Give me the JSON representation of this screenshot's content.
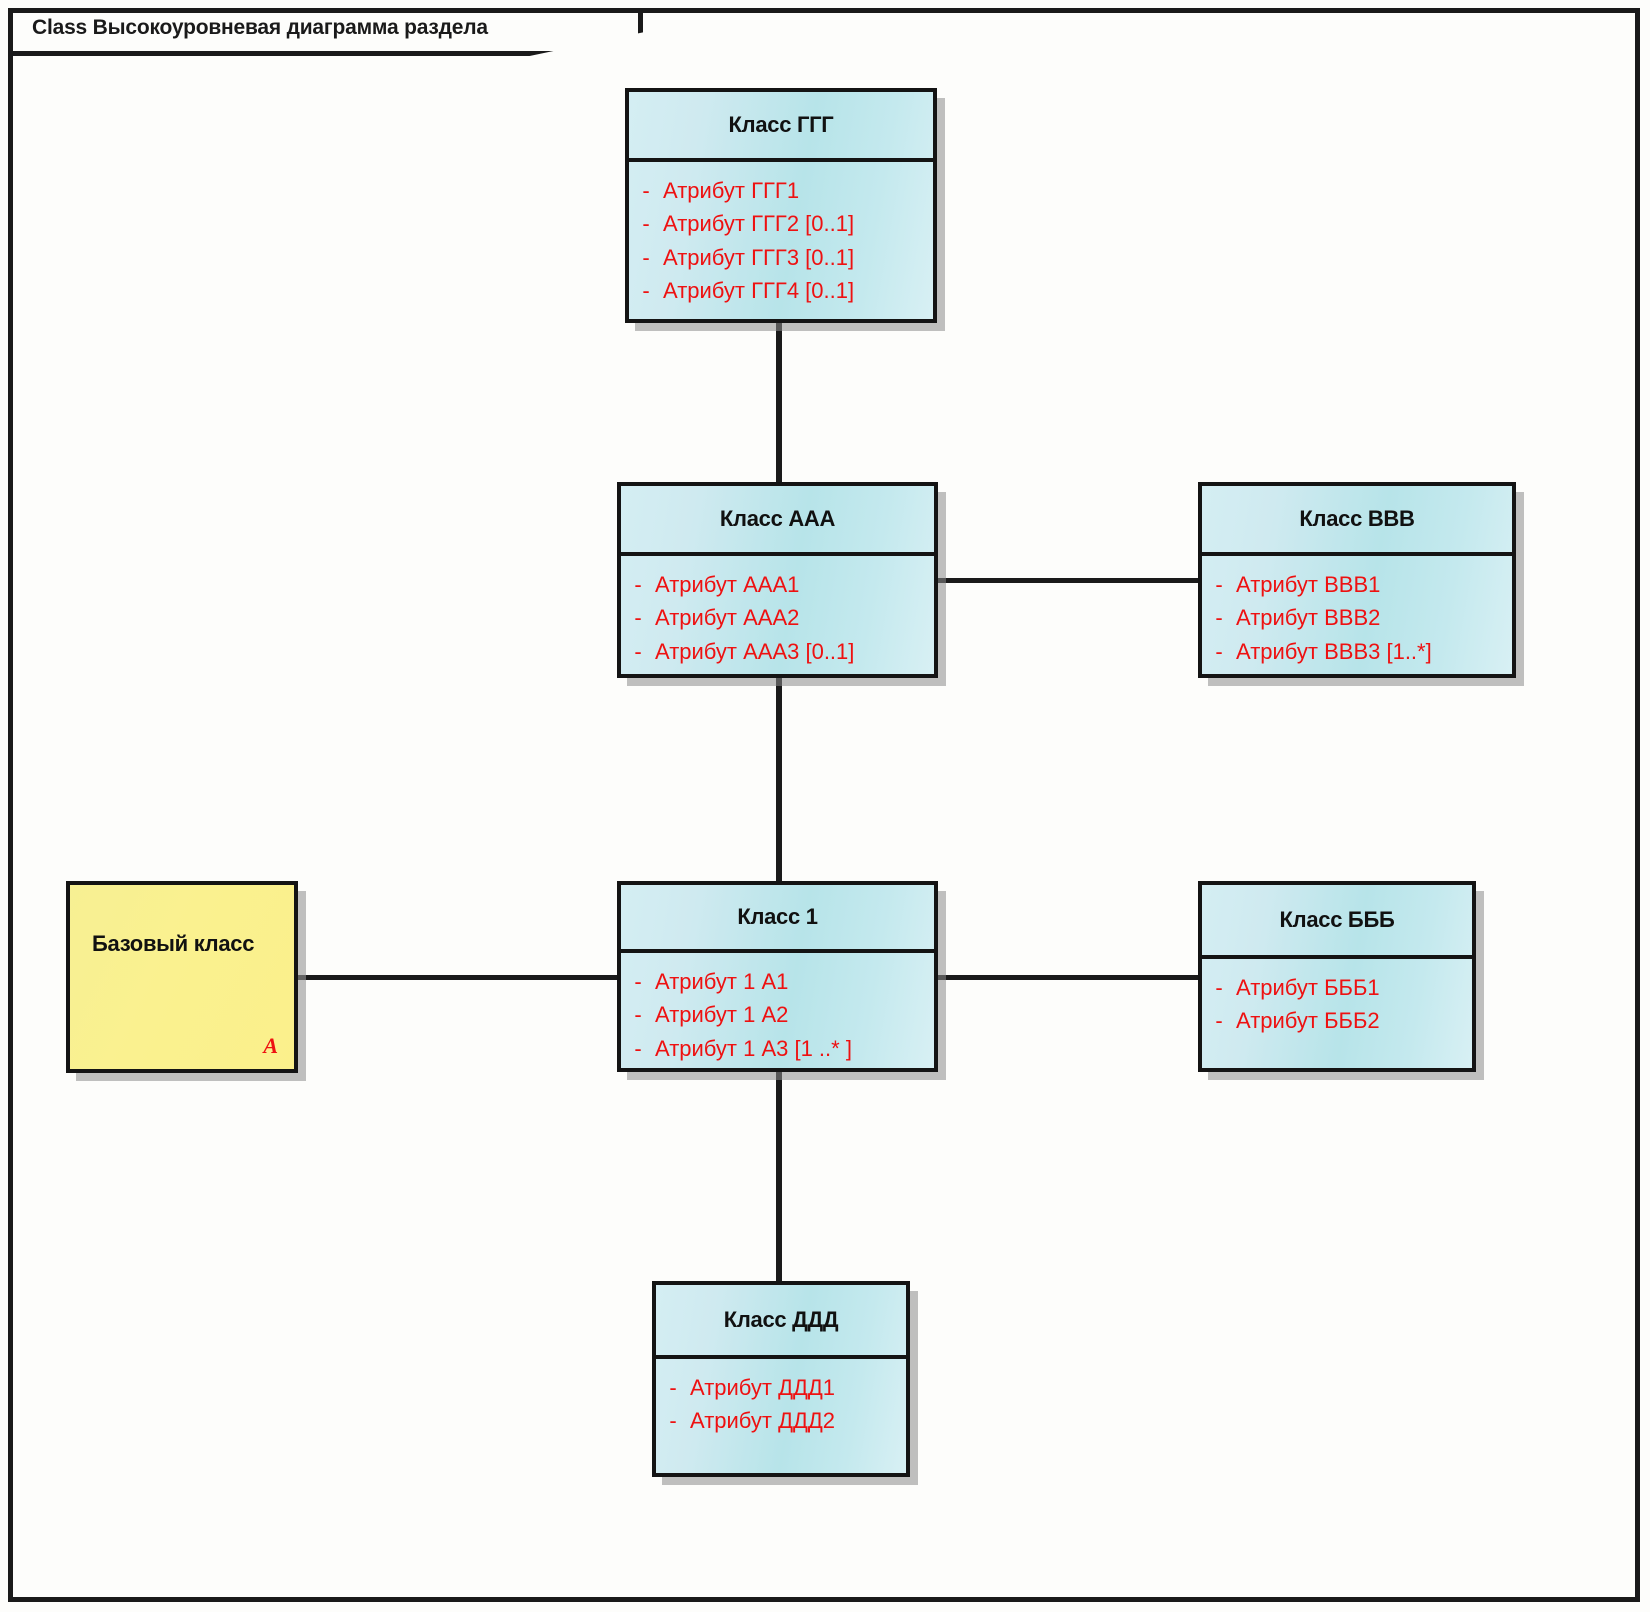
{
  "diagram": {
    "title": "Class Высокоуровневая диаграмма раздела",
    "accent_line_color": "#1a1a1a",
    "class_fill_color": "#bfe7ec",
    "base_class_fill_color": "#faf08d",
    "attribute_text_color": "#ee1111"
  },
  "classes": {
    "ggg": {
      "name": "Класс ГГГ",
      "attributes": [
        {
          "visibility": "-",
          "text": "Атрибут ГГГ1"
        },
        {
          "visibility": "-",
          "text": "Атрибут ГГГ2 [0..1]"
        },
        {
          "visibility": "-",
          "text": "Атрибут ГГГ3 [0..1]"
        },
        {
          "visibility": "-",
          "text": "Атрибут ГГГ4 [0..1]"
        }
      ]
    },
    "aaa": {
      "name": "Класс ААА",
      "attributes": [
        {
          "visibility": "-",
          "text": "Атрибут ААА1"
        },
        {
          "visibility": "-",
          "text": "Атрибут ААА2"
        },
        {
          "visibility": "-",
          "text": "Атрибут ААА3 [0..1]"
        }
      ]
    },
    "bbb_lat": {
      "name": "Класс BBB",
      "attributes": [
        {
          "visibility": "-",
          "text": "Атрибут BBB1"
        },
        {
          "visibility": "-",
          "text": "Атрибут BBB2"
        },
        {
          "visibility": "-",
          "text": "Атрибут BBB3 [1..*]"
        }
      ]
    },
    "class1": {
      "name": "Класс 1",
      "attributes": [
        {
          "visibility": "-",
          "text": "Атрибут 1 А1"
        },
        {
          "visibility": "-",
          "text": "Атрибут 1 А2"
        },
        {
          "visibility": "-",
          "text": "Атрибут 1 А3 [1 ..* ]"
        }
      ]
    },
    "bbb_cyr": {
      "name": "Класс БББ",
      "attributes": [
        {
          "visibility": "-",
          "text": "Атрибут БББ1"
        },
        {
          "visibility": "-",
          "text": "Атрибут БББ2"
        }
      ]
    },
    "ddd": {
      "name": "Класс ДДД",
      "attributes": [
        {
          "visibility": "-",
          "text": "Атрибут ДДД1"
        },
        {
          "visibility": "-",
          "text": "Атрибут ДДД2"
        }
      ]
    },
    "base": {
      "name": "Базовый класс",
      "abstract_marker": "A"
    }
  }
}
